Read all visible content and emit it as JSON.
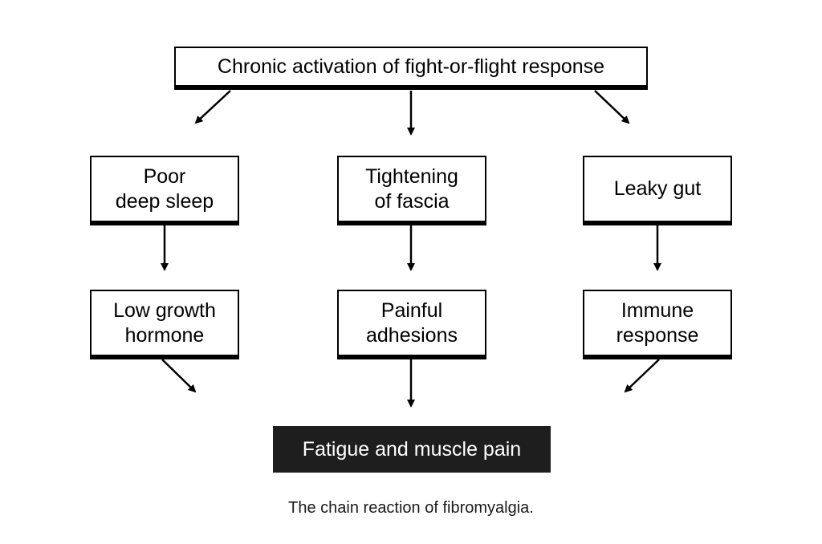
{
  "diagram": {
    "root": "Chronic activation of fight-or-flight response",
    "branches": [
      {
        "first": "Poor\ndeep sleep",
        "second": "Low growth\nhormone"
      },
      {
        "first": "Tightening\nof fascia",
        "second": "Painful\nadhesions"
      },
      {
        "first": "Leaky gut",
        "second": "Immune\nresponse"
      }
    ],
    "outcome": "Fatigue and muscle pain"
  },
  "caption": "The chain reaction of fibromyalgia.",
  "colors": {
    "line": "#000000",
    "outcome_bg": "#1e1e1e",
    "outcome_text": "#ffffff",
    "background": "#ffffff"
  }
}
